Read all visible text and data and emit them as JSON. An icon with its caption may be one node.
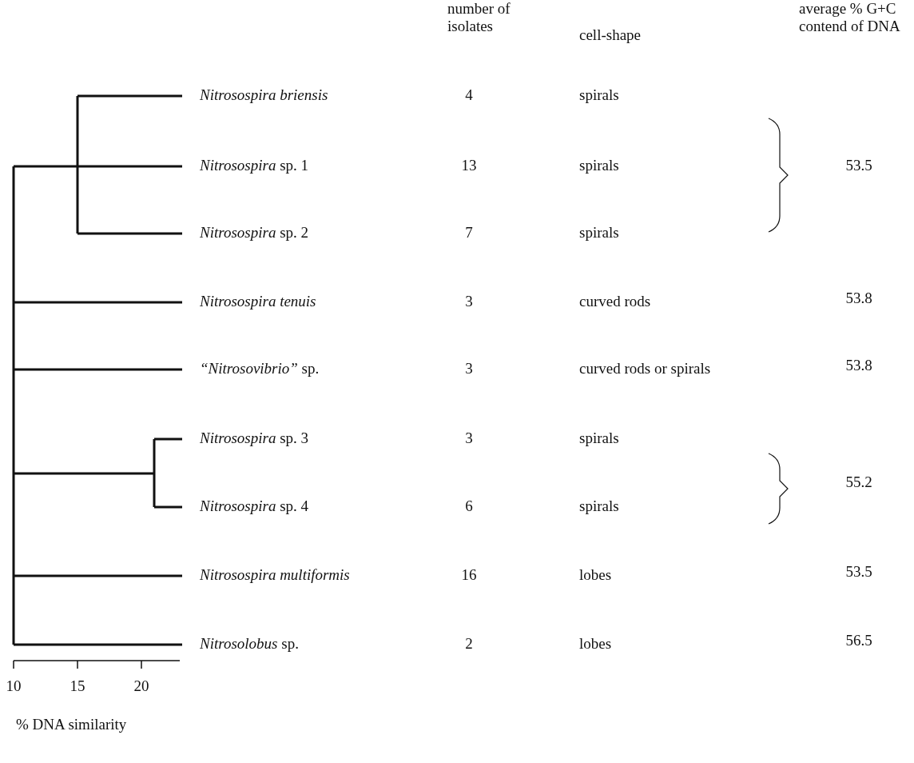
{
  "diagram": {
    "labels": [
      "number of isolates",
      "cell-shape",
      "average % G+C contend of DNA",
      "Nitrosospira briensis",
      "4",
      "spirals",
      "*Nitrosospira* sp. 1",
      "13",
      "spirals",
      "53.5",
      "*Nitrosospira* sp. 2",
      "7",
      "spirals",
      "Nitrosospira tenuis",
      "3",
      "curved rods",
      "53.8",
      "*“Nitrosovibrio”* sp.",
      "3",
      "curved rods or spirals",
      "53.8",
      "*Nitrosospira* sp. 3",
      "3",
      "spirals",
      "55.2",
      "*Nitrosospira* sp. 4",
      "6",
      "spirals",
      "Nitrosospira multiformis",
      "16",
      "lobes",
      "53.5",
      "*Nitrosolobus* sp.",
      "2",
      "lobes",
      "56.5",
      "10",
      "15",
      "20",
      "% DNA similarity"
    ]
  }
}
